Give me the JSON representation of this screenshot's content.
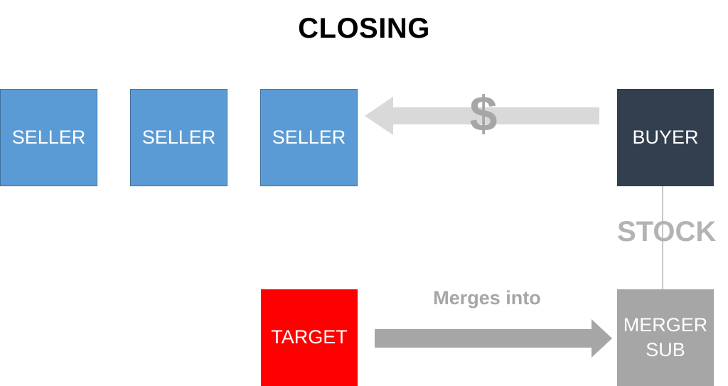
{
  "title": "CLOSING",
  "sellers": [
    "SELLER",
    "SELLER",
    "SELLER"
  ],
  "buyer": "BUYER",
  "target": "TARGET",
  "merger_sub": "MERGER\nSUB",
  "payment_label": "$",
  "stock_label": "STOCK",
  "merge_label": "Merges into",
  "colors": {
    "seller": "#5b9bd5",
    "buyer": "#323f4f",
    "target": "#ff0000",
    "merger_sub": "#a6a6a6",
    "payment_arrow": "#d9d9d9",
    "merge_arrow": "#a6a6a6"
  }
}
